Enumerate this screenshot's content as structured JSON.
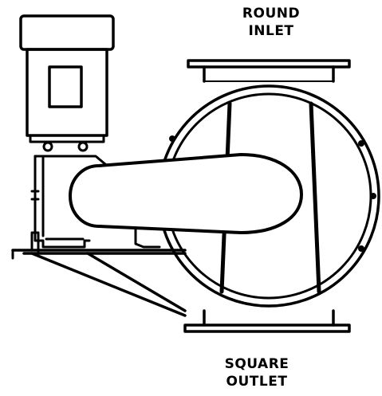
{
  "labels": {
    "inlet_line1": "ROUND",
    "inlet_line2": "INLET",
    "outlet_line1": "SQUARE",
    "outlet_line2": "OUTLET"
  },
  "colors": {
    "line": "#000000",
    "background": "#ffffff"
  }
}
